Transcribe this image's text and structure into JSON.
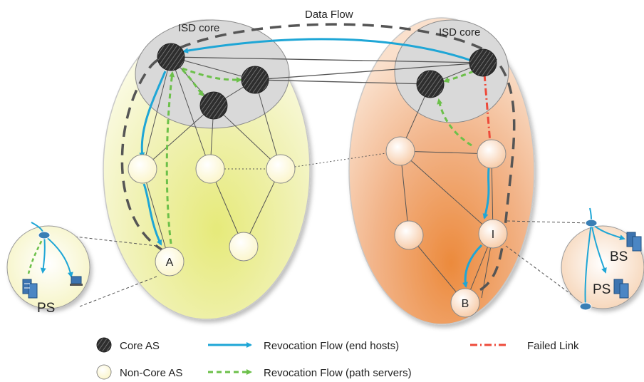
{
  "labels": {
    "data_flow": "Data Flow",
    "isd_core_left": "ISD core",
    "isd_core_right": "ISD core",
    "node_a": "A",
    "node_i": "I",
    "node_b": "B",
    "ps_left": "PS",
    "bs_right": "BS",
    "ps_right": "PS"
  },
  "legend": {
    "core_as": "Core AS",
    "non_core_as": "Non-Core AS",
    "revocation_end_hosts": "Revocation Flow (end hosts)",
    "revocation_path_servers": "Revocation Flow (path servers)",
    "failed_link": "Failed Link"
  },
  "colors": {
    "revocation_end_hosts": "#1ea6d6",
    "revocation_path_servers": "#6cc04a",
    "failed_link": "#ee4a3a",
    "isd_left_fill": "#eef0a8",
    "isd_right_fill": "#ee9a55"
  }
}
